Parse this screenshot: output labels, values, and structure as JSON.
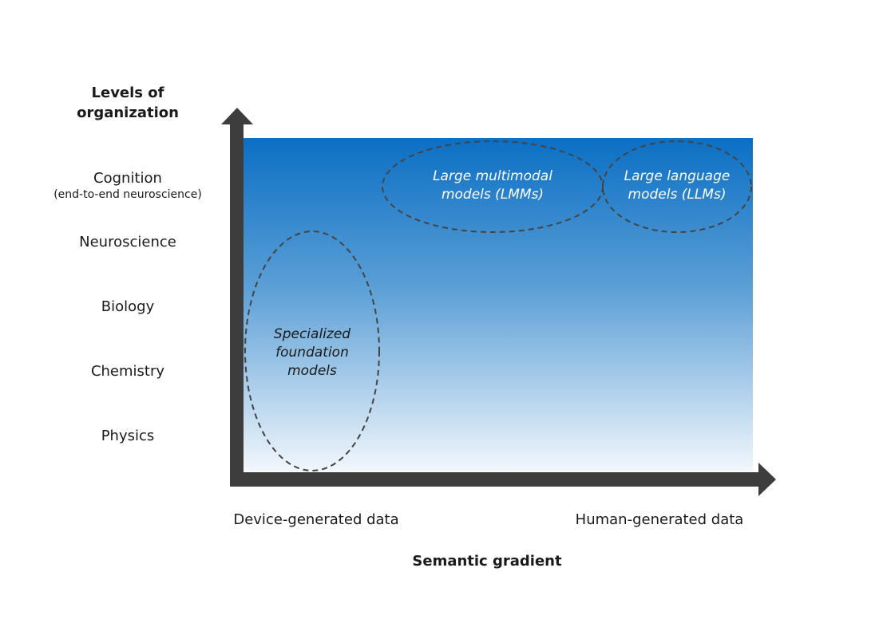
{
  "y_axis": {
    "title_line1": "Levels of",
    "title_line2": "organization",
    "levels": [
      {
        "name": "Cognition",
        "sub": "(end-to-end neuroscience)"
      },
      {
        "name": "Neuroscience"
      },
      {
        "name": "Biology"
      },
      {
        "name": "Chemistry"
      },
      {
        "name": "Physics"
      }
    ]
  },
  "x_axis": {
    "title": "Semantic gradient",
    "left_label": "Device-generated data",
    "right_label": "Human-generated data"
  },
  "regions": [
    {
      "line1": "Large multimodal",
      "line2": "models (LMMs)"
    },
    {
      "line1": "Large language",
      "line2": "models (LLMs)"
    },
    {
      "line1": "Specialized",
      "line2": "foundation",
      "line3": "models"
    }
  ],
  "colors": {
    "gradient_top": "#0b6fc4",
    "gradient_mid": "#5b9fd6",
    "gradient_bottom": "#f2f7fc",
    "axis": "#3d3d3d",
    "region_outline": "#444444",
    "text_on_blue": "#ffffff",
    "text": "#1a1a1a"
  }
}
